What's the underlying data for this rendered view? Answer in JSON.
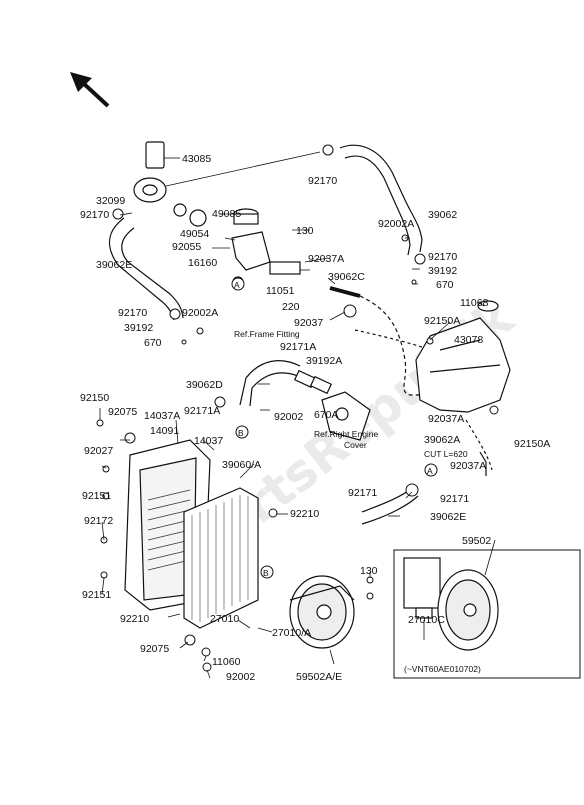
{
  "watermark": "PartsRepublik",
  "callouts": {
    "p43085": "43085",
    "p32099": "32099",
    "p92170_a": "92170",
    "p92170_b": "92170",
    "p92170_c": "92170",
    "p92170_d": "92170",
    "p39062_a": "39062",
    "p49085": "49085",
    "p49054": "49054",
    "p92055": "92055",
    "p130_a": "130",
    "p92002A_a": "92002A",
    "p39062E_a": "39062E",
    "p16160": "16160",
    "p92037A_a": "92037A",
    "p39062C": "39062C",
    "p39192_a": "39192",
    "p670_a": "670",
    "p11051": "11051",
    "p220": "220",
    "p92002A_b": "92002A",
    "p39192_b": "39192",
    "p670_b": "670",
    "p92037": "92037",
    "ref_frame": "Ref.Frame Fitting",
    "p11068_a": "11068",
    "p92150A_a": "92150A",
    "p43078": "43078",
    "p92171A_a": "92171A",
    "p39192A": "39192A",
    "p39062D": "39062D",
    "p92150": "92150",
    "p92075_a": "92075",
    "p14037A": "14037A",
    "p92171A_b": "92171A",
    "p92002": "92002",
    "p670A": "670A",
    "p92037A_b": "92037A",
    "p14091": "14091",
    "p92027": "92027",
    "p14037": "14037",
    "ref_engine_1": "Ref.Right Engine",
    "ref_engine_2": "Cover",
    "p39062A": "39062A",
    "cut": "CUT L=620",
    "p92150A_b": "92150A",
    "p92037A_c": "92037A",
    "p39060A": "39060/A",
    "p92151_a": "92151",
    "p92172": "92172",
    "p92210_a": "92210",
    "p92171_a": "92171",
    "p92171_b": "92171",
    "p39062E_b": "39062E",
    "p92151_b": "92151",
    "p92210_b": "92210",
    "p130_b": "130",
    "p92075_b": "92075",
    "p27010_a": "27010",
    "p27010A": "27010/A",
    "p11060": "11060",
    "p92002_b": "92002",
    "p59502AE": "59502A/E",
    "p59502": "59502",
    "p27010C": "27010C",
    "vnt": "(~VNT60AE010702)",
    "mark_a1": "A",
    "mark_a2": "A",
    "mark_b1": "B",
    "mark_b2": "B"
  }
}
